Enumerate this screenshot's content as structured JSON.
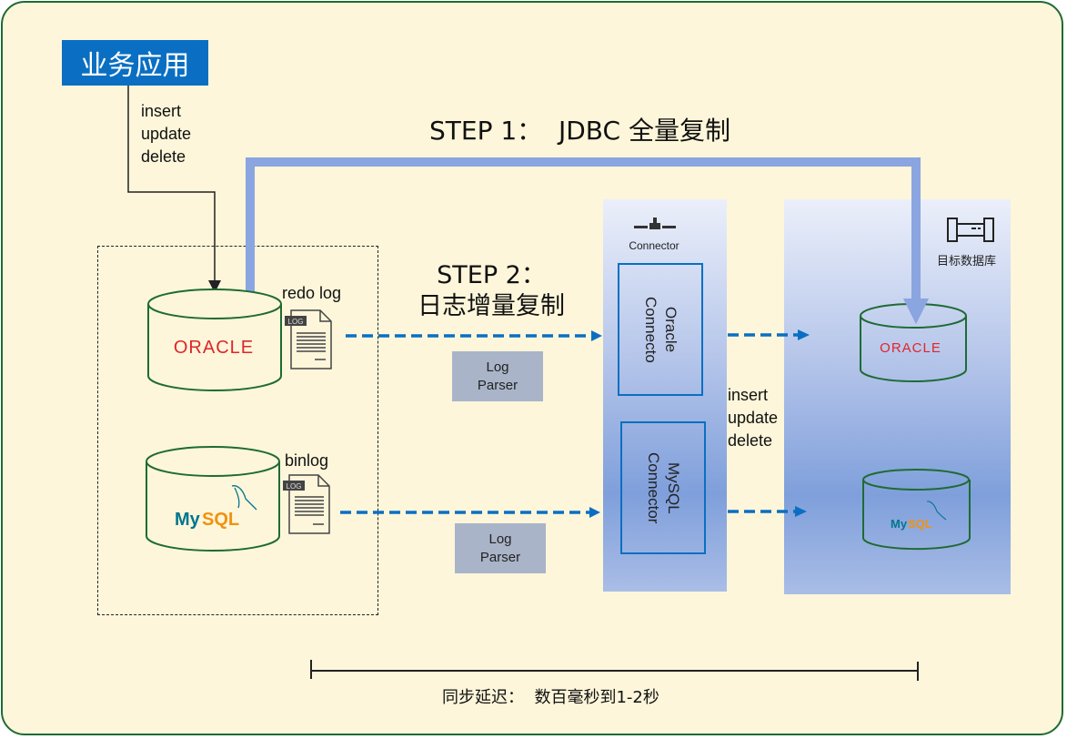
{
  "app": {
    "label": "业务应用",
    "operations": [
      "insert",
      "update",
      "delete"
    ]
  },
  "step1": {
    "title": "STEP 1：  JDBC 全量复制"
  },
  "step2": {
    "title_line1": "STEP 2：",
    "title_line2": "日志增量复制"
  },
  "sources": [
    {
      "name": "ORACLE",
      "log_label": "redo log",
      "log_icon_text": "LOG",
      "parser_line1": "Log",
      "parser_line2": "Parser"
    },
    {
      "name": "MySQL",
      "log_label": "binlog",
      "log_icon_text": "LOG",
      "parser_line1": "Log",
      "parser_line2": "Parser"
    }
  ],
  "connector_panel": {
    "icon": "connector-icon",
    "label": "Connector",
    "connectors": [
      {
        "line1": "Oracle",
        "line2": "Connecto"
      },
      {
        "line1": "MySQL",
        "line2": "Connector"
      }
    ],
    "operations": [
      "insert",
      "update",
      "delete"
    ]
  },
  "target_panel": {
    "icon": "database-pipe-icon",
    "label": "目标数据库",
    "targets": [
      "ORACLE",
      "MySQL"
    ]
  },
  "latency": {
    "text": "同步延迟：  数百毫秒到1-2秒"
  },
  "colors": {
    "background": "#fdf6da",
    "frame_border": "#1e6b34",
    "app_box": "#0a6fc2",
    "jdbc_arrow": "#8aa5e0",
    "dashed_arrow": "#0a6fc2",
    "db_outline": "#1e6b34",
    "oracle_red": "#e0252b",
    "mysql_blue": "#00758f",
    "mysql_orange": "#f29111",
    "parser_box": "#a9b4c8"
  }
}
